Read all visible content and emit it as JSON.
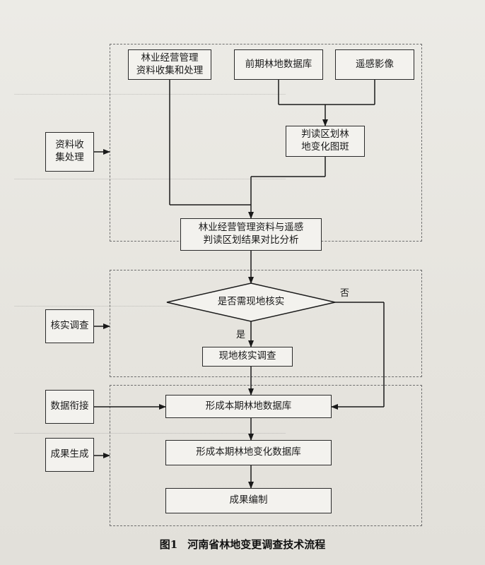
{
  "diagram": {
    "nodes": {
      "forest_mgmt": "林业经营管理\n资料收集和处理",
      "prev_db": "前期林地数据库",
      "remote": "遥感影像",
      "interpret": "判读区划林\n地变化图斑",
      "collect": "资料收\n集处理",
      "compare": "林业经营管理资料与遥感\n判读区划结果对比分析",
      "decision": "是否需现地核实",
      "verify_side": "核实调查",
      "verify": "现地核实调查",
      "data_join": "数据衔接",
      "form_db": "形成本期林地数据库",
      "results_side": "成果生成",
      "change_db": "形成本期林地变化数据库",
      "compile": "成果编制"
    },
    "edge_labels": {
      "no": "否",
      "yes": "是"
    }
  },
  "caption": {
    "number": "图1",
    "title": "河南省林地变更调查技术流程"
  }
}
